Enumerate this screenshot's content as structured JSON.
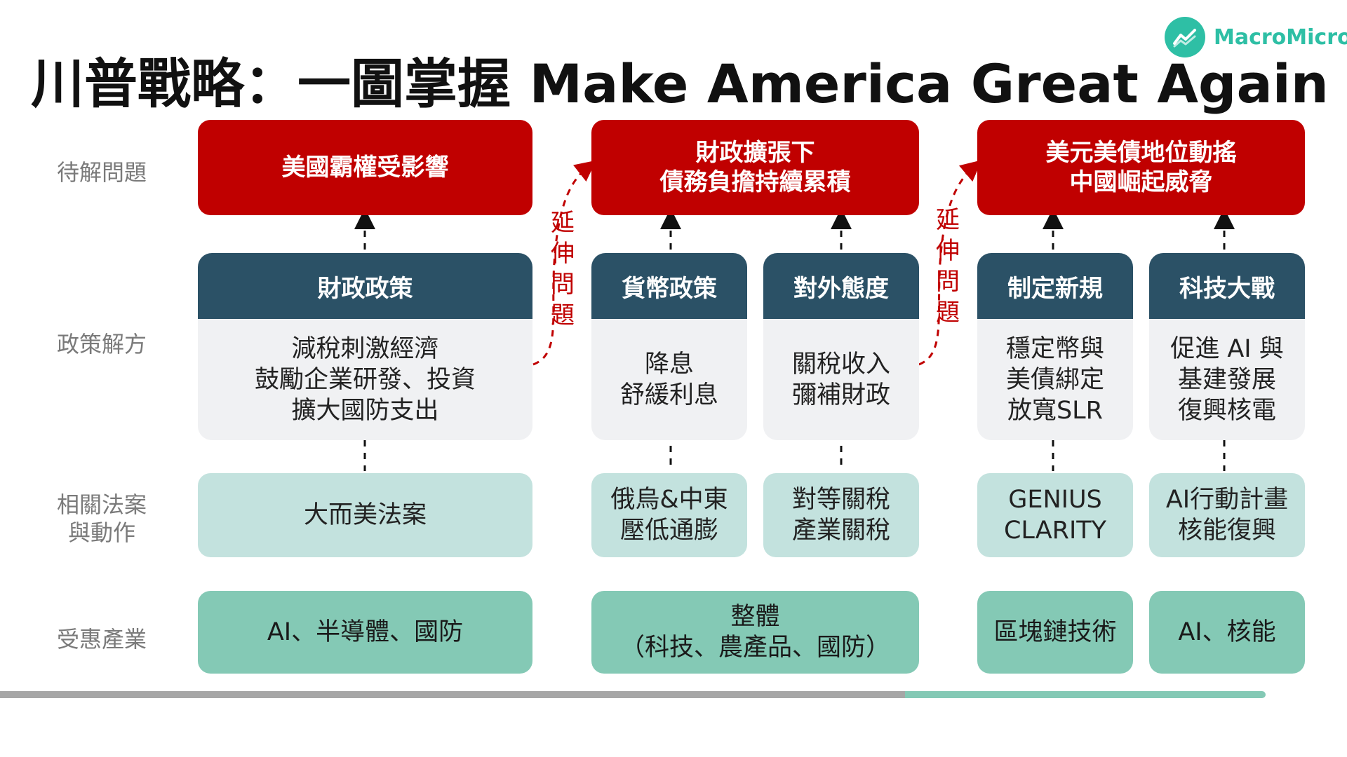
{
  "title": "川普戰略：一圖掌握 Make America Great Again",
  "brand": {
    "name": "MacroMicro",
    "icon": "chart-line-icon",
    "color": "#2ebfa5"
  },
  "colors": {
    "problem": "#c00000",
    "policy_head": "#2b5166",
    "policy_body": "#f0f1f3",
    "law": "#c3e2de",
    "industry": "#84c9b5"
  },
  "row_labels": {
    "problem": "待解問題",
    "policy": "政策解方",
    "law": "相關法案\n與動作",
    "industry": "受惠產業"
  },
  "extension_label": "延\n伸\n問\n題",
  "problems": [
    "美國霸權受影響",
    "財政擴張下\n債務負擔持續累積",
    "美元美債地位動搖\n中國崛起威脅"
  ],
  "policies": [
    {
      "head": "財政政策",
      "body": "減稅刺激經濟\n鼓勵企業研發、投資\n擴大國防支出"
    },
    {
      "head": "貨幣政策",
      "body": "降息\n舒緩利息"
    },
    {
      "head": "對外態度",
      "body": "關稅收入\n彌補財政"
    },
    {
      "head": "制定新規",
      "body": "穩定幣與\n美債綁定\n放寬SLR"
    },
    {
      "head": "科技大戰",
      "body": "促進 AI 與\n基建發展\n復興核電"
    }
  ],
  "laws": [
    "大而美法案",
    "俄烏&中東\n壓低通膨",
    "對等關稅\n產業關稅",
    "GENIUS\nCLARITY",
    "AI行動計畫\n核能復興"
  ],
  "industries": [
    "AI、半導體、國防",
    "整體\n（科技、農產品、國防）",
    "區塊鏈技術",
    "AI、核能"
  ]
}
